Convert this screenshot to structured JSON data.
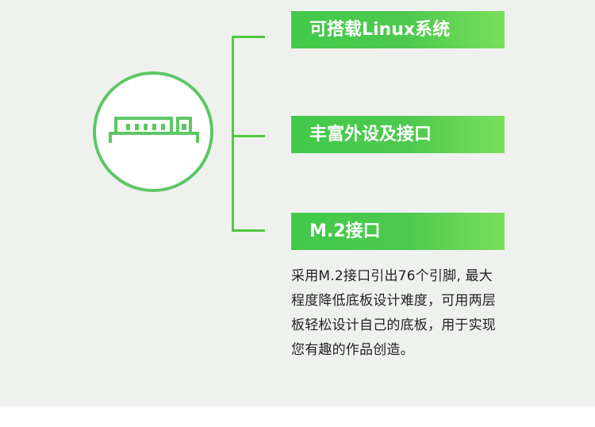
{
  "features": [
    {
      "label": "可搭载Linux系统"
    },
    {
      "label": "丰富外设及接口"
    },
    {
      "label": "M.2接口"
    }
  ],
  "description_lines": [
    "采用M.2接口引出76个引脚, 最大",
    "程度降低底板设计难度，可用两层",
    "板轻松设计自己的底板，用于实现",
    "您有趣的作品创造。"
  ],
  "colors": {
    "accent": "#4fcb3c",
    "background": "#eff1ef"
  },
  "icon": "m2-connector-icon"
}
